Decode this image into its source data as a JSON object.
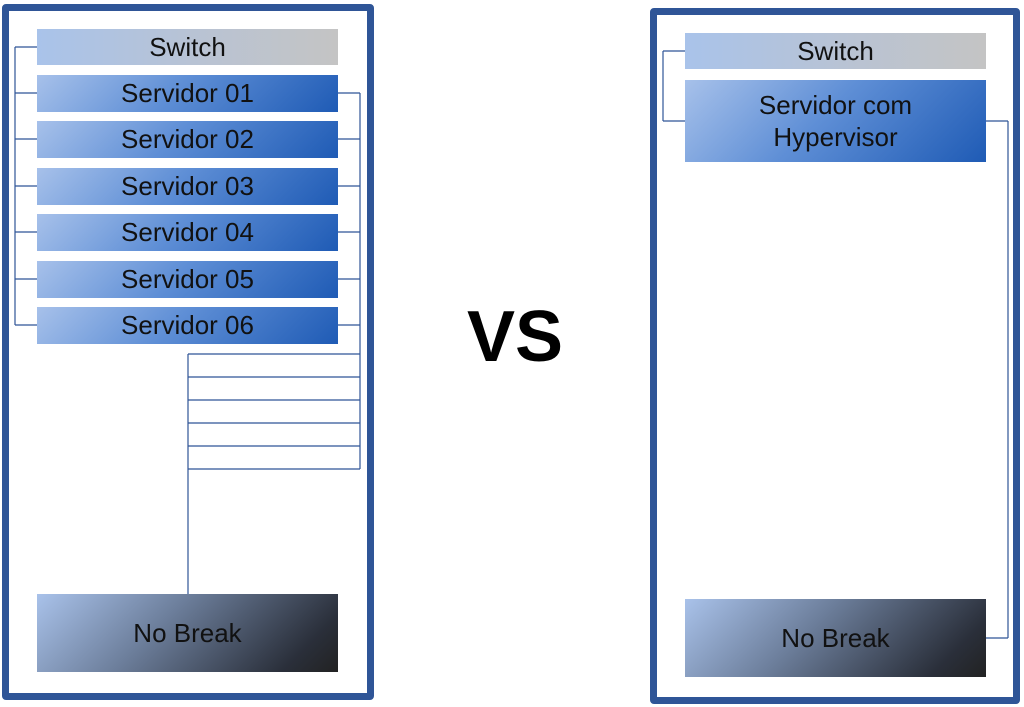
{
  "left": {
    "switch_label": "Switch",
    "servers": [
      "Servidor 01",
      "Servidor 02",
      "Servidor 03",
      "Servidor 04",
      "Servidor 05",
      "Servidor 06"
    ],
    "nobreak_label": "No Break"
  },
  "vs_label": "VS",
  "right": {
    "switch_label": "Switch",
    "server_label": "Servidor com\nHypervisor",
    "nobreak_label": "No Break"
  },
  "colors": {
    "frame": "#2f5597",
    "server_dark": "#1f5bb5",
    "server_light": "#a7c1ea",
    "nobreak_dark": "#222222",
    "wire": "#2f5597"
  }
}
